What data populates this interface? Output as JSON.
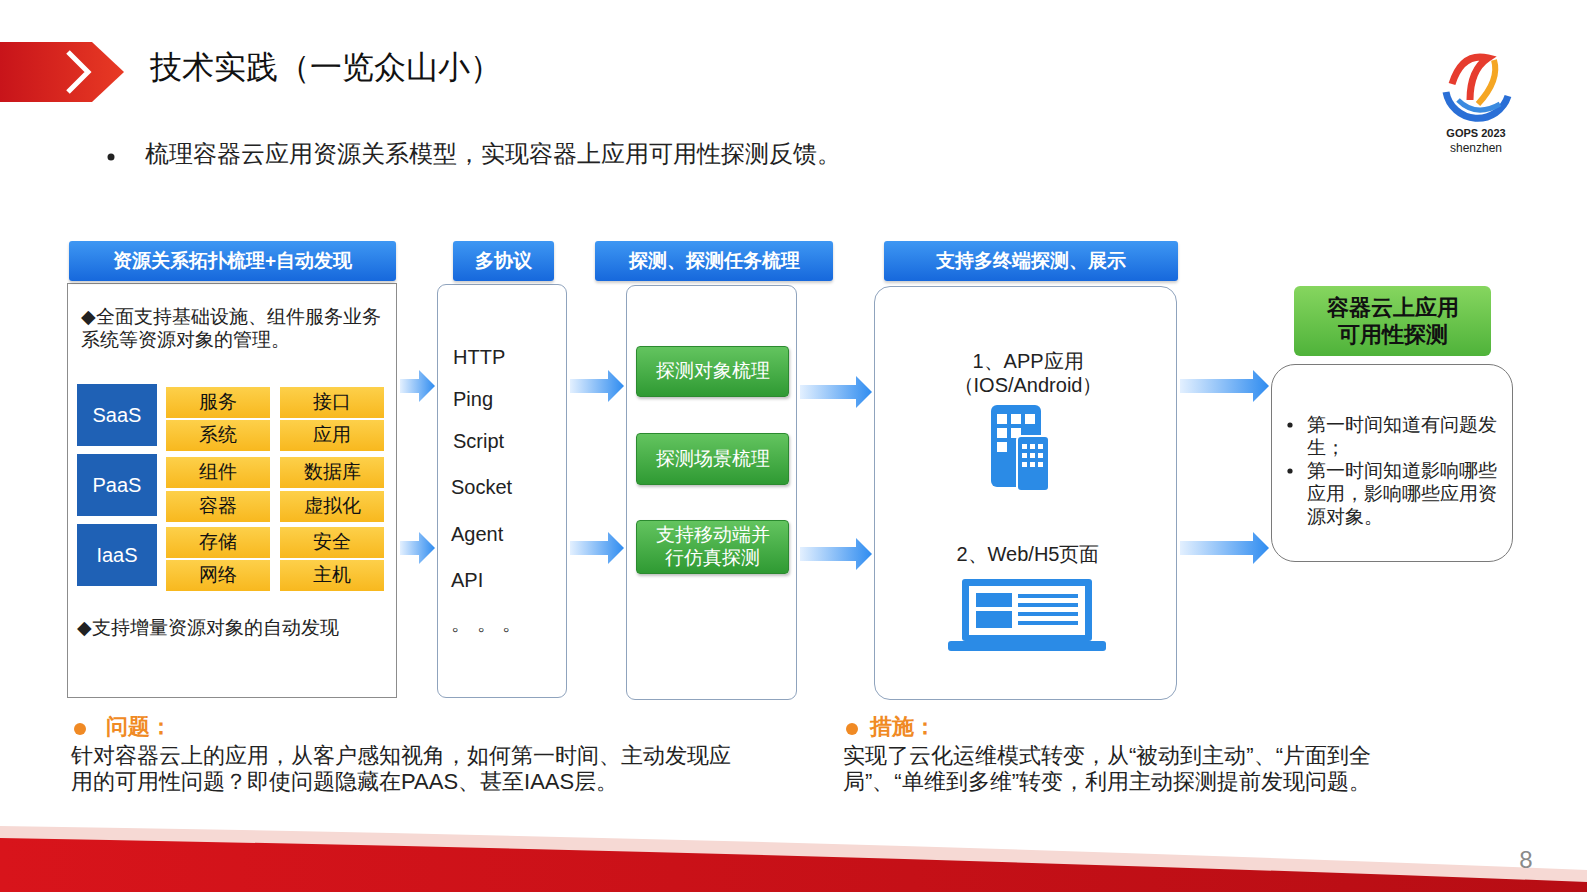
{
  "diagram": {
    "title": "技术实践（一览众山小）",
    "nodes": [
      {
        "text": [
          "资源关系拓扑梳理+自动发现",
          "◆全面支持基础设施、组件服务业务系统等资源对象的管理。",
          "◆支持增量资源对象的自动发现"
        ]
      },
      {
        "text": [
          "SaaS"
        ],
        "in": 0
      },
      {
        "text": [
          "服务"
        ],
        "in": 0
      },
      {
        "text": [
          "接口"
        ],
        "in": 0
      },
      {
        "text": [
          "系统"
        ],
        "in": 0
      },
      {
        "text": [
          "应用"
        ],
        "in": 0
      },
      {
        "text": [
          "PaaS"
        ],
        "in": 0
      },
      {
        "text": [
          "组件"
        ],
        "in": 0
      },
      {
        "text": [
          "数据库"
        ],
        "in": 0
      },
      {
        "text": [
          "容器"
        ],
        "in": 0
      },
      {
        "text": [
          "虚拟化"
        ],
        "in": 0
      },
      {
        "text": [
          "IaaS"
        ],
        "in": 0
      },
      {
        "text": [
          "存储"
        ],
        "in": 0
      },
      {
        "text": [
          "安全"
        ],
        "in": 0
      },
      {
        "text": [
          "网络"
        ],
        "in": 0
      },
      {
        "text": [
          "主机"
        ],
        "in": 0
      },
      {
        "text": [
          "多协议",
          "HTTP",
          "Ping",
          "Script",
          "Socket",
          "Agent",
          "API",
          "。 。 。"
        ]
      },
      {
        "text": [
          "探测、探测任务梳理"
        ]
      },
      {
        "text": [
          "探测对象梳理"
        ],
        "in": 17
      },
      {
        "text": [
          "探测场景梳理"
        ],
        "in": 17
      },
      {
        "text": [
          "支持移动端并行仿真探测"
        ],
        "in": 17
      },
      {
        "text": [
          "支持多终端探测、展示",
          "1、APP应用 （IOS/Android）",
          "2、Web/H5页面"
        ]
      },
      {
        "text": [
          "容器云上应用 可用性探测"
        ]
      },
      {
        "text": [
          "第一时间知道有问题发生；",
          "第一时间知道影响哪些应用，影响哪些应用资源对象。"
        ]
      }
    ],
    "edges": [
      {
        "from": 0,
        "to": 16,
        "arrow": "to"
      },
      {
        "from": 0,
        "to": 16,
        "arrow": "to"
      },
      {
        "from": 16,
        "to": 17,
        "arrow": "to"
      },
      {
        "from": 16,
        "to": 17,
        "arrow": "to"
      },
      {
        "from": 17,
        "to": 21,
        "arrow": "to"
      },
      {
        "from": 17,
        "to": 21,
        "arrow": "to"
      },
      {
        "from": 21,
        "to": 23,
        "arrow": "to"
      },
      {
        "from": 21,
        "to": 23,
        "arrow": "to"
      }
    ],
    "labels": [
      "梳理容器云应用资源关系模型，实现容器上应用可用性探测反馈。",
      "GOPS 2023",
      "shenzhen",
      "问题：",
      "针对容器云上的应用，从客户感知视角，如何第一时间、主动发现应用的可用性问题？即使问题隐藏在PAAS、甚至IAAS层。",
      "措施：",
      "实现了云化运维模式转变，从“被动到主动”、“片面到全局”、“单维到多维”转变，利用主动探测提前发现问题。",
      "8"
    ]
  }
}
